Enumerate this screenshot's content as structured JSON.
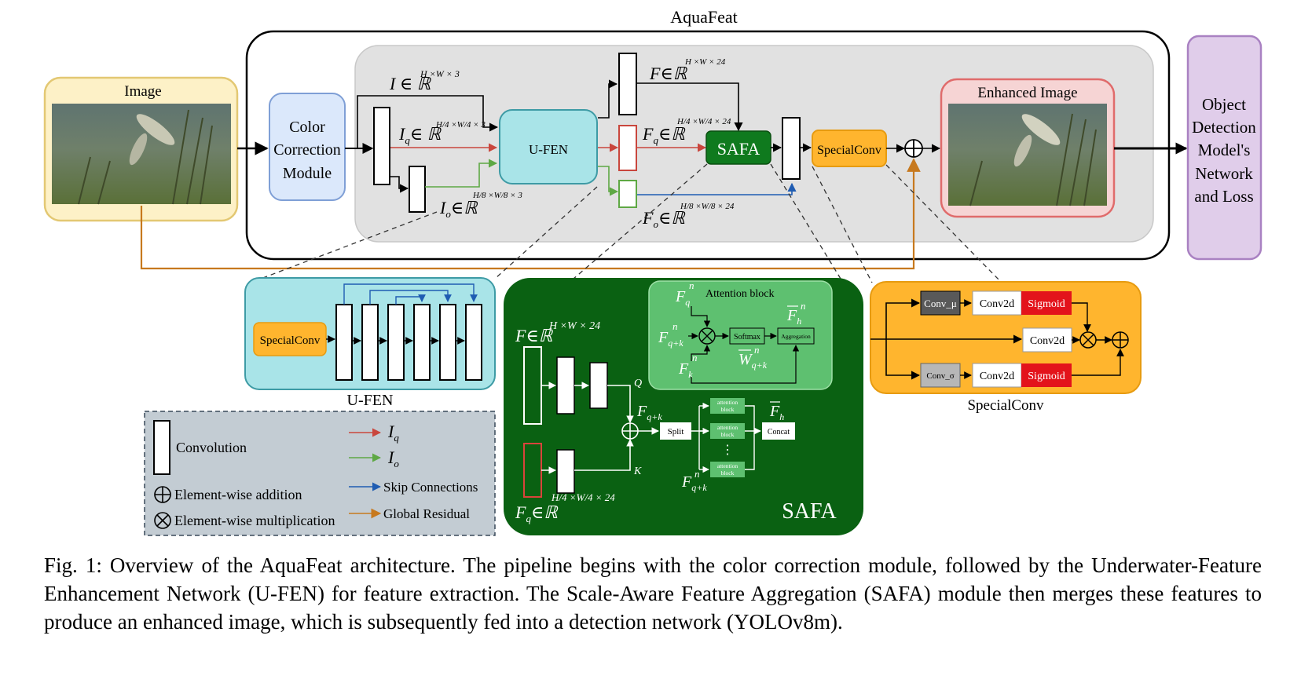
{
  "labels": {
    "aquafeat": "AquaFeat",
    "image": "Image",
    "color_correction": [
      "Color",
      "Correction",
      "Module"
    ],
    "ufen": "U-FEN",
    "safa": "SAFA",
    "specialconv": "SpecialConv",
    "enhanced_image": "Enhanced Image",
    "odm": [
      "Object",
      "Detection",
      "Model's",
      "Network",
      "and Loss"
    ],
    "i_in": "I ∈ ℝ",
    "i_in_sup": "H ×W × 3",
    "iq": "I",
    "iq_sub": "q",
    "iq_set": "∈ ℝ",
    "iq_sup": "H/4 ×W/4 × 3",
    "io": "I",
    "io_sub": "o",
    "io_set": "∈ℝ",
    "io_sup": "H/8 ×W/8 × 3",
    "f_in": "F∈ℝ",
    "f_sup": "H ×W × 24",
    "fq": "F",
    "fq_sub": "q",
    "fq_set": "∈ℝ",
    "fq_sup": "H/4 ×W/4 × 24",
    "fo": "F",
    "fo_sub": "o",
    "fo_set": "∈ℝ",
    "fo_sup": "H/8 ×W/8 × 24",
    "ufen_special": "SpecialConv",
    "ufen_title": "U-FEN",
    "safa_title": "SAFA",
    "safa_f": "F∈ℝ",
    "safa_f_sup": "H ×W × 24",
    "safa_fq": "F",
    "safa_fq_sub": "q",
    "safa_fq_set": "∈ℝ",
    "safa_fq_sup": "H/4 ×W/4 × 24",
    "q_label": "Q",
    "k_label": "K",
    "fqk": "F",
    "fqk_sub": "q+k",
    "split": "Split",
    "attention_block_small": [
      "attention",
      "block"
    ],
    "concat": "Concat",
    "fh": "F",
    "fh_sub": "h",
    "fqkn": "F",
    "fqkn_sup": "n",
    "fqkn_sub": "q+k",
    "attention_block_title": "Attention block",
    "att_fq": "F",
    "att_fq_sup": "n",
    "att_fq_sub": "q",
    "att_fqk": "F",
    "att_fqk_sup": "n",
    "att_fqk_sub": "q+k",
    "att_fk": "F",
    "att_fk_sup": "n",
    "att_fk_sub": "k",
    "softmax": "Softmax",
    "aggregation": "Aggregation",
    "att_fh": "F",
    "att_fh_sup": "n",
    "att_fh_sub": "h",
    "att_w": "W",
    "att_w_sup": "n",
    "att_w_sub": "q+k",
    "conv_mu": "Conv_μ",
    "conv_sigma": "Conv_σ",
    "conv2d": "Conv2d",
    "sigmoid": "Sigmoid",
    "specialconv_title": "SpecialConv",
    "legend_convolution": "Convolution",
    "legend_add": "Element-wise addition",
    "legend_mult": "Element-wise multiplication",
    "legend_iq": "I",
    "legend_iq_sub": "q",
    "legend_io": "I",
    "legend_io_sub": "o",
    "legend_skip": "Skip Connections",
    "legend_residual": "Global Residual"
  },
  "colors": {
    "image_fill": "#fdf1c7",
    "image_stroke": "#e3c873",
    "ccm_fill": "#dbe8fb",
    "ccm_stroke": "#7f9fd6",
    "gray_fill": "#e1e1e1",
    "ufen_fill": "#a9e4e8",
    "ufen_stroke": "#3e9ba5",
    "safa_dark": "#0a6112",
    "safa_box": "#0f7a1e",
    "attention_fill": "#5ec070",
    "special_fill": "#ffb52e",
    "special_stroke": "#e79b10",
    "enhanced_fill": "#f6d4d4",
    "enhanced_stroke": "#e06b6b",
    "odm_fill": "#e0cdea",
    "odm_stroke": "#a981c2",
    "legend_fill": "#c3ccd3",
    "red_arrow": "#c9463d",
    "green_arrow": "#5ea844",
    "blue_arrow": "#1f5cb2",
    "orange_arrow": "#c7791e",
    "sigmoid_red": "#e3131b",
    "conv_mu_dark": "#595959",
    "conv_sigma_gray": "#b7b7b7"
  },
  "caption": "Fig. 1: Overview of the AquaFeat architecture. The pipeline begins with the color correction module, followed by the Underwater-Feature Enhancement Network (U-FEN) for feature extraction. The Scale-Aware Feature Aggregation (SAFA) module then merges these features to produce an enhanced image, which is subsequently fed into a detection network (YOLOv8m)."
}
